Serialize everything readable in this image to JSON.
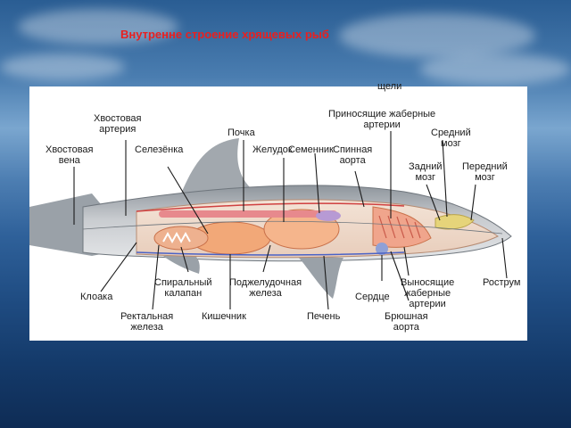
{
  "slide": {
    "title": "Внутренне строение хрящевых рыб"
  },
  "labels": {
    "gill_slits": "щели",
    "caudal_artery": "Хвостовая\nартерия",
    "caudal_vein": "Хвостовая\nвена",
    "spleen": "Селезёнка",
    "kidney": "Почка",
    "stomach": "Желудок",
    "testis": "Семенник",
    "afferent_gill_arteries": "Приносящие жаберные\nартерии",
    "dorsal_aorta": "Спинная\nаорта",
    "midbrain": "Средний\nмозг",
    "hindbrain": "Задний\nмозг",
    "forebrain": "Передний\nмозг",
    "cloaca": "Клоака",
    "spiral_valve": "Спиральный\nкалапан",
    "pancreas": "Поджелудочная\nжелеза",
    "heart": "Сердце",
    "efferent_gill_arteries": "Выносящие\nжаберные\nартерии",
    "rostrum": "Рострум",
    "rectal_gland": "Ректальная\nжелеза",
    "intestine": "Кишечник",
    "liver": "Печень",
    "ventral_aorta": "Брюшная\nаорта"
  },
  "colors": {
    "title": "#e82020",
    "shark_body": "#c9ccd0",
    "organs": "#f2a878"
  }
}
